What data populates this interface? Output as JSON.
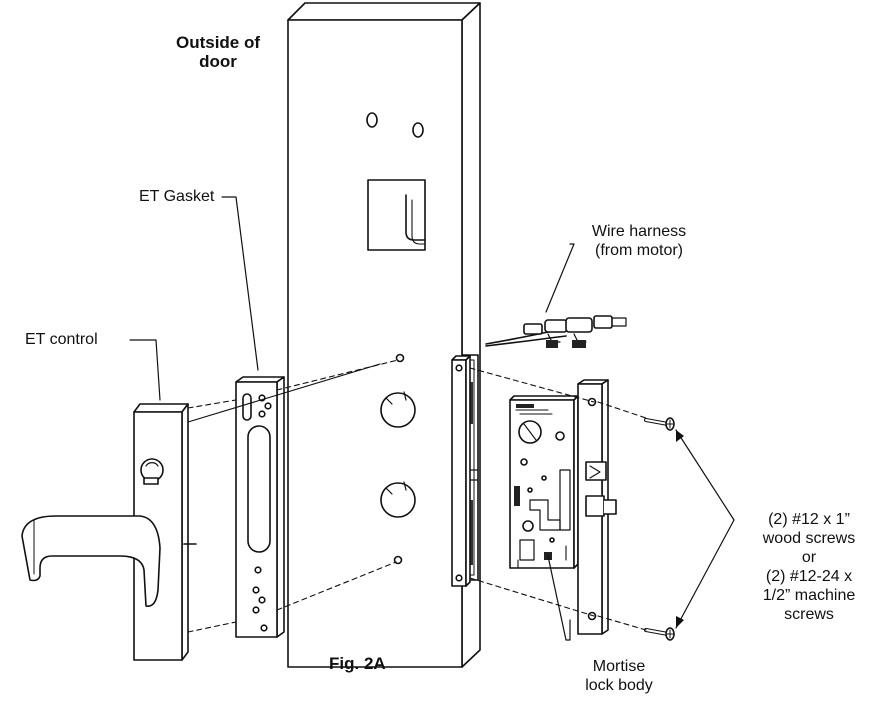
{
  "labels": {
    "outside_line1": "Outside of",
    "outside_line2": "door",
    "wire_line1": "Wire harness",
    "wire_line2": "(from motor)",
    "et_gasket": "ET Gasket",
    "et_control": "ET control",
    "screws_line1": "(2) #12 x 1”",
    "screws_line2": "wood screws",
    "screws_line3": "or",
    "screws_line4": "(2) #12-24 x",
    "screws_line5": "1/2” machine",
    "screws_line6": "screws",
    "figure": "Fig. 2A",
    "mortise_line1": "Mortise",
    "mortise_line2": "lock body"
  }
}
